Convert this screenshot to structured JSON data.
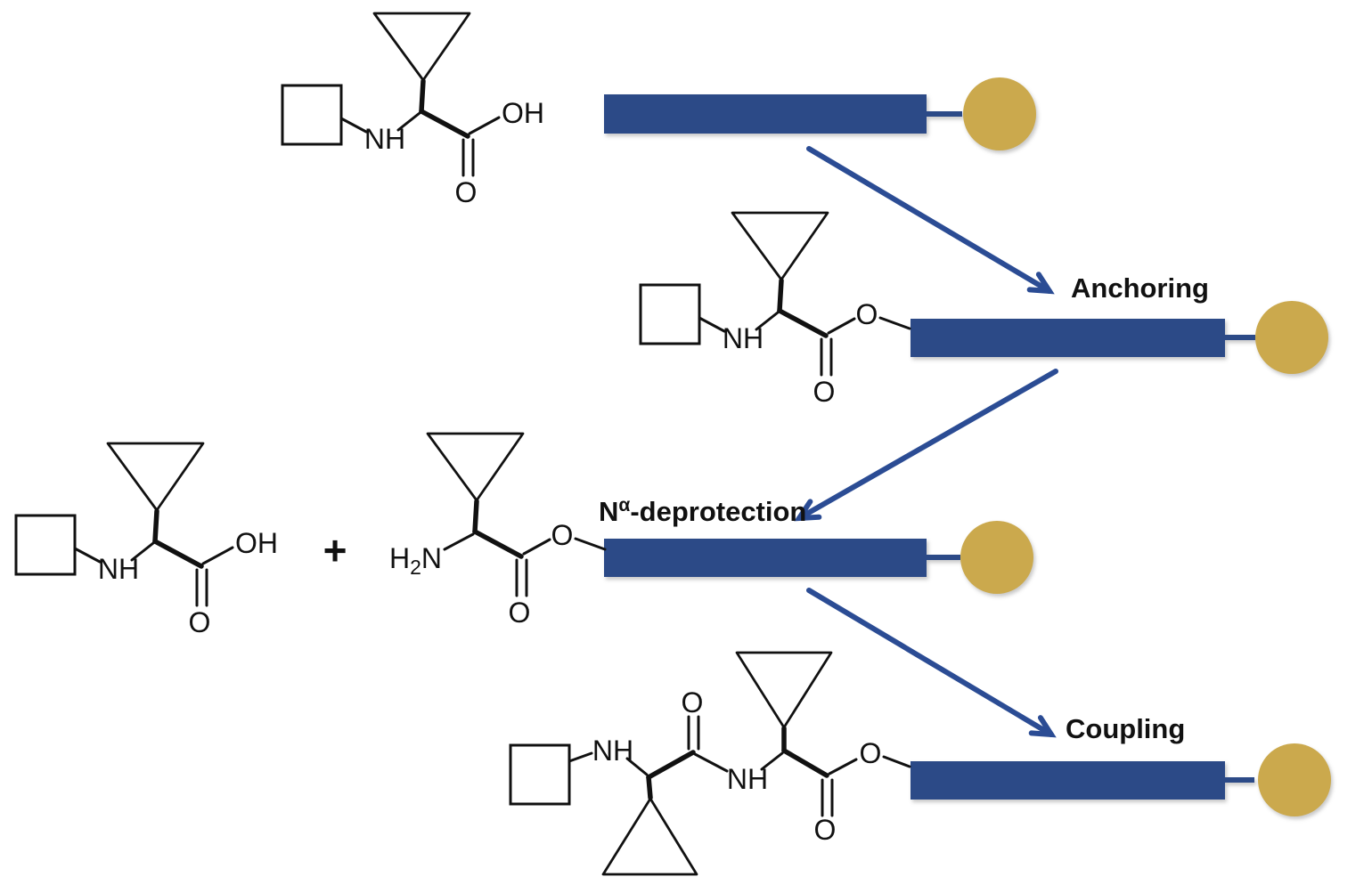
{
  "palette": {
    "resin_bar": "#2c4a87",
    "bead": "#cba94d",
    "arrow": "#2b4c94",
    "bond": "#111111"
  },
  "steps": {
    "anchoring": "Anchoring",
    "deprotection_base": "N",
    "deprotection_sup": "α",
    "deprotection_rest": "-deprotection",
    "coupling": "Coupling"
  },
  "atom_labels": {
    "nh": "NH",
    "oh": "OH",
    "o": "O",
    "amine_h": "H",
    "amine_sub": "2",
    "amine_n": "N"
  },
  "operators": {
    "plus": "+"
  }
}
